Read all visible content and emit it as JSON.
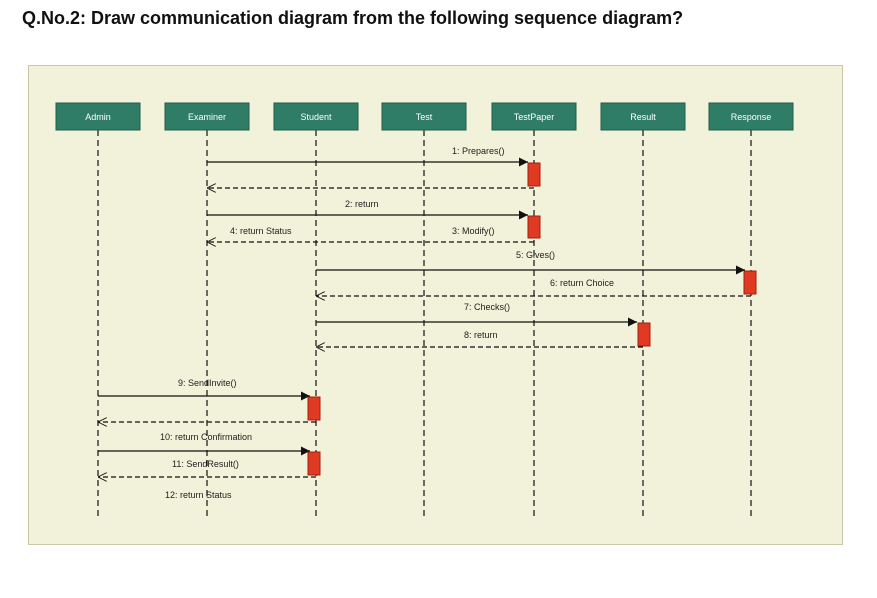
{
  "question": "Q.No.2: Draw communication diagram from the following sequence diagram?",
  "colors": {
    "header_fill": "#2f7d67",
    "header_stroke": "#1f5d4b",
    "activation_fill": "#e03b22",
    "activation_stroke": "#9a2210",
    "line": "#111111",
    "frame_bg": "#f2f1da"
  },
  "lifelines": [
    {
      "id": "admin",
      "label": "Admin"
    },
    {
      "id": "examiner",
      "label": "Examiner"
    },
    {
      "id": "student",
      "label": "Student"
    },
    {
      "id": "test",
      "label": "Test"
    },
    {
      "id": "testpaper",
      "label": "TestPaper"
    },
    {
      "id": "result",
      "label": "Result"
    },
    {
      "id": "response",
      "label": "Response"
    }
  ],
  "messages": [
    {
      "from": "examiner",
      "to": "testpaper",
      "label": "1: Prepares()",
      "type": "call"
    },
    {
      "from": "testpaper",
      "to": "examiner",
      "label": "2: return",
      "type": "return"
    },
    {
      "from": "examiner",
      "to": "testpaper",
      "label": "3: Modify()",
      "type": "call"
    },
    {
      "from": "testpaper",
      "to": "examiner",
      "label": "4: return Status",
      "type": "return"
    },
    {
      "from": "student",
      "to": "response",
      "label": "5: Gives()",
      "type": "call"
    },
    {
      "from": "response",
      "to": "student",
      "label": "6: return Choice",
      "type": "return"
    },
    {
      "from": "student",
      "to": "result",
      "label": "7: Checks()",
      "type": "call"
    },
    {
      "from": "result",
      "to": "student",
      "label": "8: return",
      "type": "return"
    },
    {
      "from": "admin",
      "to": "student",
      "label": "9: SendInvite()",
      "type": "call"
    },
    {
      "from": "student",
      "to": "admin",
      "label": "10: return Confirmation",
      "type": "return"
    },
    {
      "from": "admin",
      "to": "student",
      "label": "11: SendResult()",
      "type": "call"
    },
    {
      "from": "student",
      "to": "admin",
      "label": "12: return Status",
      "type": "return"
    }
  ]
}
